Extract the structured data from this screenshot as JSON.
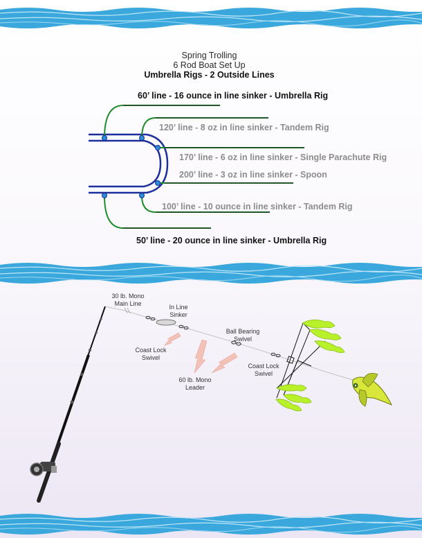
{
  "header": {
    "line1": "Spring Trolling",
    "line2": "6 Rod Boat Set Up",
    "line3": "Umbrella Rigs - 2 Outside Lines"
  },
  "lines": [
    {
      "id": "line60",
      "text": "60’ line - 16 ounce in line sinker - Umbrella Rig",
      "style": "dark"
    },
    {
      "id": "line120",
      "text": "120’ line - 8 oz  in line sinker - Tandem Rig",
      "style": "grey"
    },
    {
      "id": "line170",
      "text": "170’ line - 6 oz  in line sinker - Single Parachute Rig",
      "style": "grey"
    },
    {
      "id": "line200",
      "text": "200’ line - 3 oz in line sinker - Spoon",
      "style": "grey"
    },
    {
      "id": "line100",
      "text": "100’ line - 10 ounce in line sinker - Tandem Rig",
      "style": "grey"
    },
    {
      "id": "line50",
      "text": "50’ line - 20 ounce in line sinker - Umbrella Rig",
      "style": "dark"
    }
  ],
  "rig_labels": {
    "main_line": [
      "30 lb. Mono",
      "Main Line"
    ],
    "sinker": [
      "In Line",
      "Sinker"
    ],
    "swivel1": [
      "Coast Lock",
      "Swivel"
    ],
    "ball_bearing": [
      "Ball Bearing",
      "Swivel"
    ],
    "leader": [
      "60 lb. Mono",
      "Leader"
    ],
    "swivel2": [
      "Coast Lock",
      "Swivel"
    ]
  },
  "colors": {
    "water": "#3aa8dc",
    "boat": "#1c2f9a",
    "rod_line": "#1e8c2a",
    "lure": "#b8f02a",
    "arrow": "#f2c2b8"
  }
}
